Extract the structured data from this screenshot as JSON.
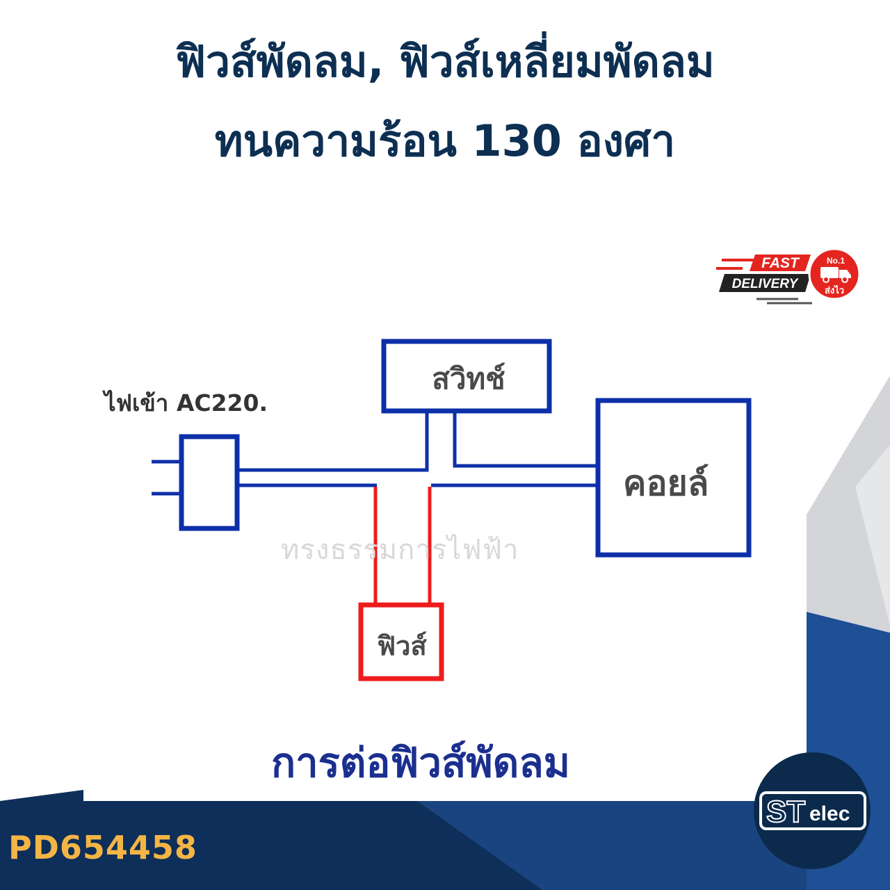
{
  "header": {
    "title_line1": "ฟิวส์พัดลม, ฟิวส์เหลี่ยมพัดลม",
    "title_line2": "ทนความร้อน 130 องศา"
  },
  "badge": {
    "fast": "FAST",
    "delivery": "DELIVERY",
    "no1": "No.1",
    "thai": "ส่งไว"
  },
  "diagram": {
    "input_label": "ไฟเข้า AC220.",
    "switch_label": "สวิทช์",
    "coil_label": "คอยล์",
    "fuse_label": "ฟิวส์",
    "watermark": "ทรงธรรมการไฟฟ้า",
    "wire_color": "#0d2fa8",
    "fuse_wire_color": "#ee1c1c"
  },
  "caption": "การต่อฟิวส์พัดลม",
  "product_code": "PD654458",
  "logo": {
    "text_st": "ST",
    "text_elec": "elec"
  },
  "colors": {
    "title": "#0d2f52",
    "caption": "#1b2f8f",
    "navy": "#0e2f5a",
    "blue_band": "#1f4f95",
    "grey_band": "#d3d5d8",
    "code": "#f4b545",
    "badge_red": "#e4251f"
  }
}
